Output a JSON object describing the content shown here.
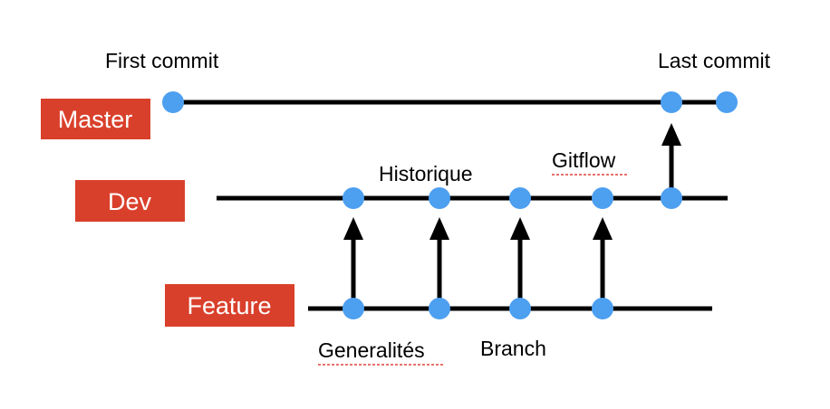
{
  "colors": {
    "badge_bg": "#d9402b",
    "badge_text": "#ffffff",
    "commit": "#4d9ff0",
    "line": "#000000",
    "spellcheck_underline": "#e0423a"
  },
  "branches": {
    "master": {
      "label": "Master"
    },
    "dev": {
      "label": "Dev"
    },
    "feature": {
      "label": "Feature"
    }
  },
  "labels": {
    "first_commit": "First commit",
    "last_commit": "Last commit",
    "historique": "Historique",
    "gitflow": "Gitflow",
    "generalites": "Generalités",
    "branch": "Branch"
  }
}
